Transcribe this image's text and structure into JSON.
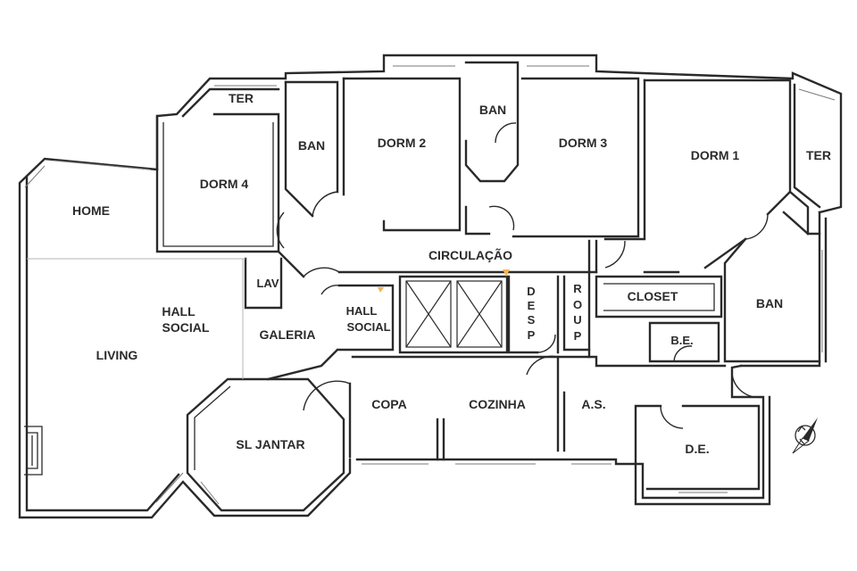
{
  "rooms": {
    "ter_left": "TER",
    "ban_1": "BAN",
    "dorm_2": "DORM 2",
    "ban_2": "BAN",
    "dorm_3": "DORM 3",
    "dorm_1": "DORM 1",
    "ter_right": "TER",
    "home": "HOME",
    "dorm_4": "DORM 4",
    "circulacao": "CIRCULAÇÃO",
    "lav": "LAV",
    "hall_social_1": "HALL",
    "hall_social_2": "SOCIAL",
    "galeria": "GALERIA",
    "hall_social_small_1": "HALL",
    "hall_social_small_2": "SOCIAL",
    "desp": [
      "D",
      "E",
      "S",
      "P"
    ],
    "roup": [
      "R",
      "O",
      "U",
      "P"
    ],
    "closet": "CLOSET",
    "ban_3": "BAN",
    "be": "B.E.",
    "living": "LIVING",
    "copa": "COPA",
    "cozinha": "COZINHA",
    "as": "A.S.",
    "sl_jantar": "SL JANTAR",
    "de": "D.E."
  },
  "colors": {
    "walls": "#2a2a2a",
    "labels": "#2b2b2b",
    "watermark": "#f4b55a"
  },
  "icons": {
    "north_arrow": "compass-north-arrow-icon"
  }
}
